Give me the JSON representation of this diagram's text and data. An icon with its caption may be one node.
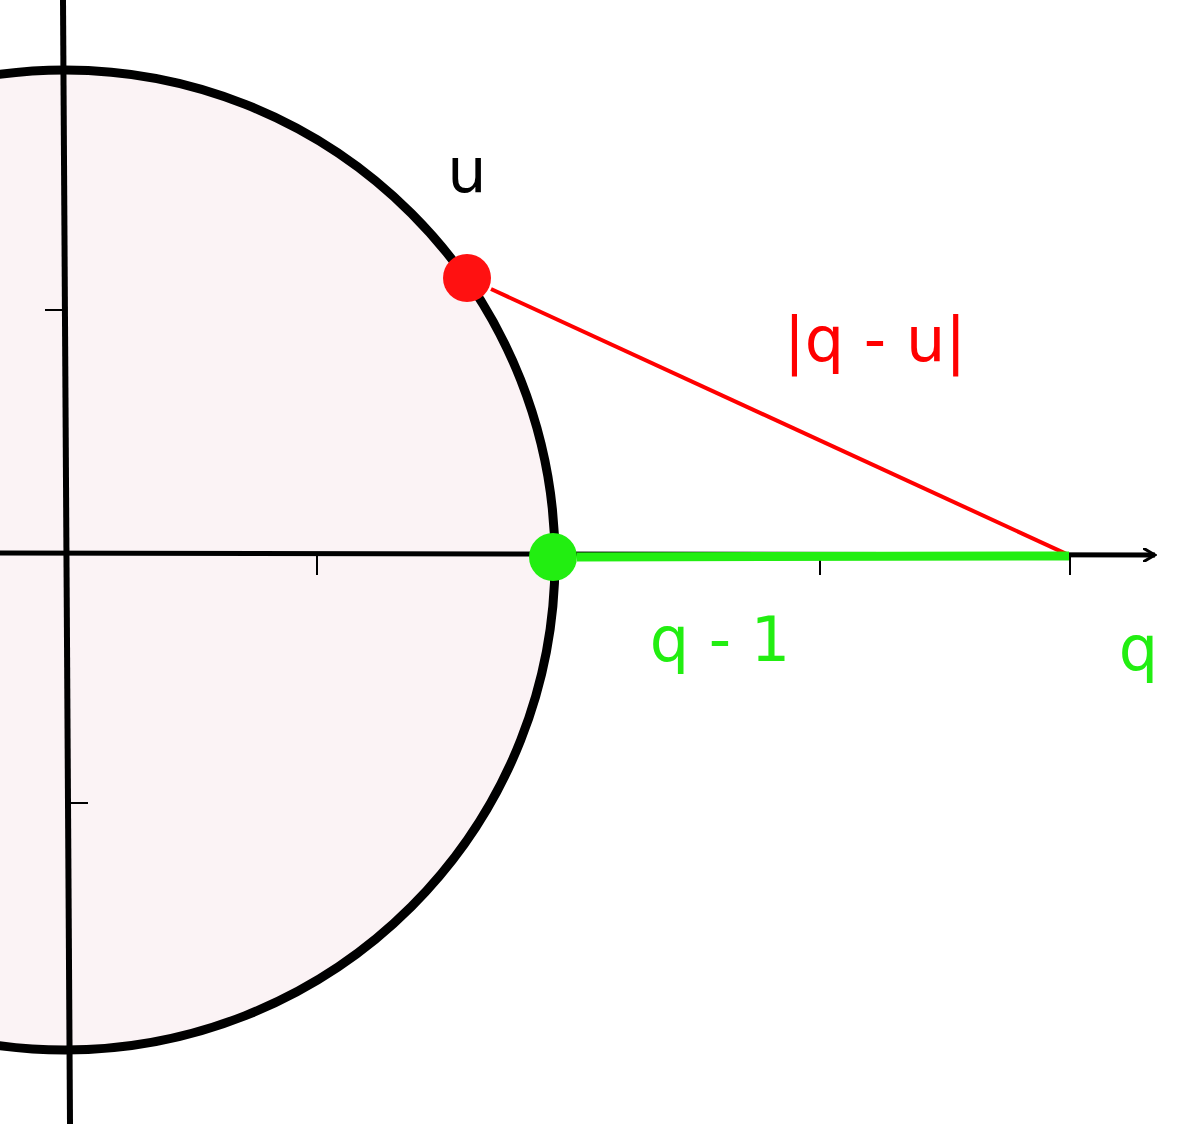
{
  "diagram": {
    "nodes": [
      {
        "text": [
          "u"
        ]
      },
      {
        "text": [],
        "shape": "circle"
      },
      {
        "text": [
          "q"
        ]
      }
    ],
    "edges": [
      {
        "from": 0,
        "to": 2,
        "arrow": "none",
        "label": "|q - u|",
        "color": "#ff0000"
      },
      {
        "from": 1,
        "to": 2,
        "arrow": "none",
        "label": "q - 1",
        "style": "thick",
        "color": "#22ee11"
      }
    ]
  }
}
